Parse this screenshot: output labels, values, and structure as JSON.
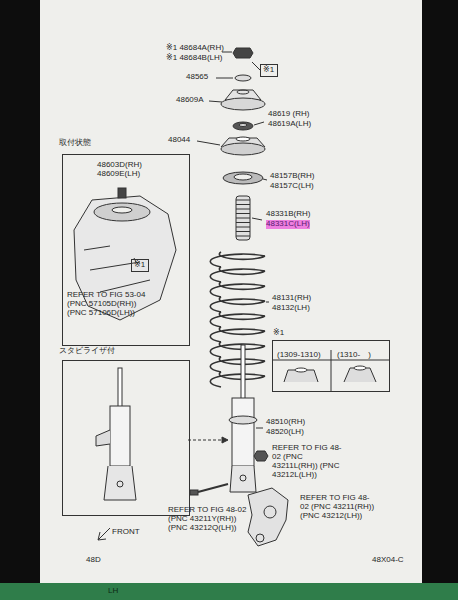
{
  "diagram": {
    "nodes": [
      {
        "text": [
          "取付状態",
          "48603D(RH) 48609E(LH)",
          "REFER TO FIG 53-04 (PNC 57105D(RH)) (PNC 57106D(LH))"
        ]
      },
      {
        "text": [
          "※1"
        ],
        "in": 0
      },
      {
        "text": [
          "※1"
        ]
      },
      {
        "text": [
          "※1",
          "(1309-1310)",
          "(1310-　)"
        ]
      },
      {
        "text": [
          "スタビライザ付"
        ]
      }
    ],
    "labels": [
      "※1 48684A(RH)",
      "※1 48684B(LH)",
      "48565",
      "48609A",
      "48619 (RH)",
      "48619A(LH)",
      "48044",
      "48157B(RH)",
      "48157C(LH)",
      "48331B(RH)",
      "48331C(LH)",
      "48131(RH)",
      "48132(LH)",
      "48510(RH)",
      "48520(LH)",
      "REFER TO FIG 48-02 (PNC 43211L(RH)) (PNC 43212L(LH))",
      "REFER TO FIG 48-02 (PNC 43211(RH)) (PNC 43212(LH))",
      "REFER TO FIG 48-02 (PNC 43211Y(RH)) (PNC 43212Q(LH))",
      "FRONT",
      "48D",
      "48X04-C",
      "LH"
    ]
  }
}
